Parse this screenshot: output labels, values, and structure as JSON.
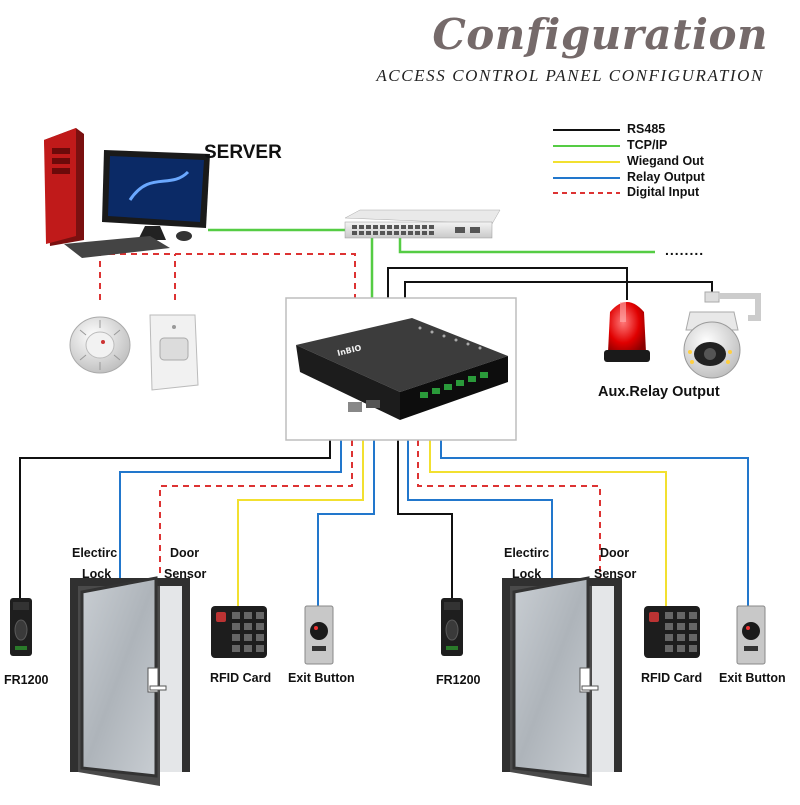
{
  "header": {
    "title": "Configuration",
    "subtitle": "ACCESS CONTROL PANEL CONFIGURATION"
  },
  "legend": [
    {
      "label": "RS485",
      "color": "#111111",
      "style": "solid"
    },
    {
      "label": "TCP/IP",
      "color": "#55cc44",
      "style": "solid"
    },
    {
      "label": "Wiegand Out",
      "color": "#f2e030",
      "style": "solid"
    },
    {
      "label": "Relay Output",
      "color": "#2277cc",
      "style": "solid"
    },
    {
      "label": "Digital Input",
      "color": "#dd3333",
      "style": "dashed"
    }
  ],
  "labels": {
    "server": "SERVER",
    "network_more": "........",
    "aux_relay_output": "Aux.Relay Output",
    "electric_1": "Electirc",
    "lock_1": "Lock",
    "door_1": "Door",
    "sensor_1": "Sensor",
    "fr1200_1": "FR1200",
    "rfid_1": "RFID Card",
    "exit_1": "Exit Button",
    "electric_2": "Electirc",
    "lock_2": "Lock",
    "door_2": "Door",
    "sensor_2": "Sensor",
    "fr1200_2": "FR1200",
    "rfid_2": "RFID Card",
    "exit_2": "Exit Button",
    "panel_brand": "InBIO"
  },
  "colors": {
    "rs485": "#111111",
    "tcpip": "#55cc44",
    "wiegand": "#f2e030",
    "relay": "#2277cc",
    "digital": "#dd3333",
    "title": "#756a6a"
  },
  "icons": [
    "server-computer-icon",
    "network-switch-icon",
    "smoke-detector-icon",
    "pir-sensor-icon",
    "access-control-panel-icon",
    "alarm-beacon-icon",
    "ptz-camera-icon",
    "fingerprint-reader-icon",
    "door-icon",
    "rfid-keypad-icon",
    "exit-button-icon"
  ]
}
